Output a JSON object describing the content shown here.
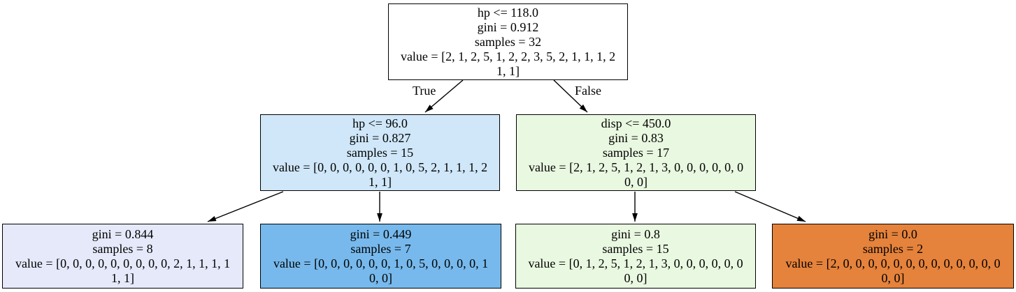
{
  "diagram": {
    "type": "decision-tree",
    "edge_labels": {
      "true_label": "True",
      "false_label": "False"
    }
  },
  "colors": {
    "root_fill": "#ffffff",
    "left_child_fill": "#cfe7f8",
    "right_child_fill": "#e9f8e0",
    "leaf1_fill": "#e5e9fa",
    "leaf2_fill": "#77b9ec",
    "leaf3_fill": "#e9f8e0",
    "leaf4_fill": "#e5823b",
    "border": "#000000",
    "edge": "#000000",
    "text": "#000000"
  },
  "nodes": {
    "root": {
      "condition": "hp <= 118.0",
      "gini": "gini = 0.912",
      "samples": "samples = 32",
      "value": "value = [2, 1, 2, 5, 1, 2, 2, 3, 5, 2, 1, 1, 1, 2\n1, 1]",
      "fill": "#ffffff"
    },
    "left": {
      "condition": "hp <= 96.0",
      "gini": "gini = 0.827",
      "samples": "samples = 15",
      "value": "value = [0, 0, 0, 0, 0, 0, 1, 0, 5, 2, 1, 1, 1, 2\n1, 1]",
      "fill": "#cfe7f8"
    },
    "right": {
      "condition": "disp <= 450.0",
      "gini": "gini = 0.83",
      "samples": "samples = 17",
      "value": "value = [2, 1, 2, 5, 1, 2, 1, 3, 0, 0, 0, 0, 0, 0\n0, 0]",
      "fill": "#e9f8e0"
    },
    "leaf1": {
      "gini": "gini = 0.844",
      "samples": "samples = 8",
      "value": "value = [0, 0, 0, 0, 0, 0, 0, 0, 0, 2, 1, 1, 1, 1\n1, 1]",
      "fill": "#e5e9fa"
    },
    "leaf2": {
      "gini": "gini = 0.449",
      "samples": "samples = 7",
      "value": "value = [0, 0, 0, 0, 0, 0, 1, 0, 5, 0, 0, 0, 0, 1\n0, 0]",
      "fill": "#77b9ec"
    },
    "leaf3": {
      "gini": "gini = 0.8",
      "samples": "samples = 15",
      "value": "value = [0, 1, 2, 5, 1, 2, 1, 3, 0, 0, 0, 0, 0, 0\n0, 0]",
      "fill": "#e9f8e0"
    },
    "leaf4": {
      "gini": "gini = 0.0",
      "samples": "samples = 2",
      "value": "value = [2, 0, 0, 0, 0, 0, 0, 0, 0, 0, 0, 0, 0, 0\n0, 0]",
      "fill": "#e5823b"
    }
  }
}
